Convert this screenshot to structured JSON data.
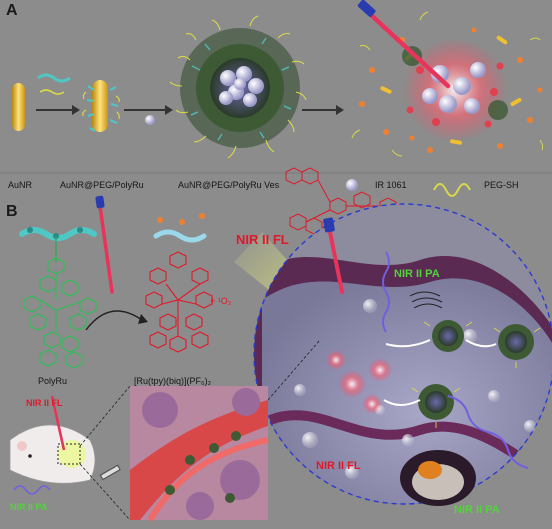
{
  "panels": {
    "a": "A",
    "b": "B"
  },
  "legend": {
    "aunr": "AuNR",
    "aunr_peg_polyru": "AuNR@PEG/PolyRu",
    "vesicle": "AuNR@PEG/PolyRu Ves",
    "ir1061": "IR 1061",
    "peg_sh": "PEG-SH"
  },
  "panel_b": {
    "polyru": "PolyRu",
    "complex": "[Ru(tpy)(biq)](PF₆)₂",
    "singlet_oxygen": "+ ¹O₂",
    "nir_fl_top": "NIR II FL",
    "nir_pa_top": "NIR II PA",
    "nir_fl_bottom": "NIR II FL",
    "nir_pa_bottom": "NIR II PA",
    "mouse_fl": "NIR II FL",
    "mouse_pa": "NIR II PA"
  },
  "colors": {
    "background": "#8c8c8c",
    "nir_fl": "#e0182a",
    "nir_pa": "#52d43a",
    "laser": "#e8345a",
    "peg": "#d8d84a",
    "polymer": "#4fc7c4"
  }
}
